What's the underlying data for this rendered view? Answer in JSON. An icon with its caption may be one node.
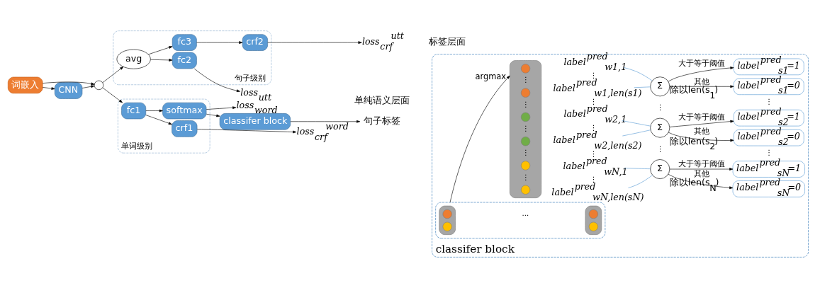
{
  "diagram": {
    "nodes": [
      {
        "text": [
          "单词级别"
        ]
      },
      {
        "text": [
          "softmax"
        ],
        "in": 0
      },
      {
        "text": [
          "crf1"
        ],
        "in": 0
      },
      {
        "text": [
          "fc1"
        ],
        "in": 0
      },
      {
        "text": [
          "句子级别"
        ]
      },
      {
        "text": [
          "crf2"
        ],
        "in": 4
      },
      {
        "text": [
          "fc2"
        ],
        "in": 4
      },
      {
        "text": [
          "fc3"
        ],
        "in": 4
      },
      {
        "text": [
          "avg"
        ],
        "in": 4
      },
      {
        "text": [
          "classifer block"
        ]
      },
      {
        "text": [],
        "shape": "circle"
      },
      {
        "text": [
          "CNN"
        ]
      },
      {
        "text": [
          "词嵌入"
        ]
      },
      {
        "text": [
          "句子标签"
        ]
      },
      {
        "text": [
          "loss$_{word}$"
        ]
      },
      {
        "text": [
          "loss$_{crf}$$^{word}$"
        ]
      },
      {
        "text": [
          "loss$_{utt}$"
        ]
      },
      {
        "text": [
          "loss$_{crf}$$^{utt}$"
        ]
      },
      {
        "text": [
          "classifer block"
        ]
      },
      {
        "text": [],
        "shape": "box",
        "in": 18
      },
      {
        "text": [],
        "shape": "bar",
        "in": 19
      },
      {
        "text": [],
        "shape": "circle",
        "in": 20
      },
      {
        "text": [],
        "shape": "circle",
        "in": 20
      },
      {
        "text": [],
        "shape": "bar",
        "in": 19
      },
      {
        "text": [],
        "shape": "circle",
        "in": 23
      },
      {
        "text": [],
        "shape": "circle",
        "in": 23
      },
      {
        "text": [],
        "shape": "ellipse",
        "in": 18
      },
      {
        "text": [],
        "shape": "circle",
        "in": 26
      },
      {
        "text": [],
        "shape": "circle",
        "in": 26
      },
      {
        "text": [],
        "shape": "circle",
        "in": 26
      },
      {
        "text": [],
        "shape": "circle",
        "in": 26
      },
      {
        "text": [],
        "shape": "circle",
        "in": 26
      },
      {
        "text": [],
        "shape": "circle",
        "in": 26
      },
      {
        "text": [
          "label$^{pred}$$_{w1,1}$"
        ],
        "in": 18
      },
      {
        "text": [
          "label$^{pred}$$_{w1,len(s1)}$"
        ],
        "in": 18
      },
      {
        "text": [
          "label$^{pred}$$_{w2,1}$"
        ],
        "in": 18
      },
      {
        "text": [
          "label$^{pred}$$_{w2,len(s2)}$"
        ],
        "in": 18
      },
      {
        "text": [
          "label$^{pred}$$_{wN,1}$"
        ],
        "in": 18
      },
      {
        "text": [
          "label$^{pred}$$_{wN,len(sN)}$"
        ],
        "in": 18
      },
      {
        "text": [
          "Σ"
        ],
        "beside": [
          "除以len(s$_{1}$)"
        ],
        "in": 18
      },
      {
        "text": [
          "Σ"
        ],
        "beside": [
          "除以len(s$_{2}$)"
        ],
        "in": 18
      },
      {
        "text": [
          "Σ"
        ],
        "beside": [
          "除以len(s$_{N}$)"
        ],
        "in": 18
      },
      {
        "text": [
          "label$^{pred}$$_{s1}$=1"
        ],
        "in": 18
      },
      {
        "text": [
          "label$^{pred}$$_{s1}$=0"
        ],
        "in": 18
      },
      {
        "text": [
          "label$^{pred}$$_{s2}$=1"
        ],
        "in": 18
      },
      {
        "text": [
          "label$^{pred}$$_{s2}$=0"
        ],
        "in": 18
      },
      {
        "text": [
          "label$^{pred}$$_{sN}$=1"
        ],
        "in": 18
      },
      {
        "text": [
          "label$^{pred}$$_{sN}$=0"
        ],
        "in": 18
      }
    ],
    "edges": [
      {
        "from": 12,
        "to": 11,
        "arrow": "to"
      },
      {
        "from": 12,
        "to": 10,
        "arrow": "to"
      },
      {
        "from": 11,
        "to": 10,
        "arrow": "to"
      },
      {
        "from": 10,
        "to": 3,
        "arrow": "to"
      },
      {
        "from": 10,
        "to": 8,
        "arrow": "to"
      },
      {
        "from": 3,
        "to": 1,
        "arrow": "to"
      },
      {
        "from": 3,
        "to": 2,
        "arrow": "to"
      },
      {
        "from": 8,
        "to": 6,
        "arrow": "to"
      },
      {
        "from": 8,
        "to": 7,
        "arrow": "to"
      },
      {
        "from": 7,
        "to": 5,
        "arrow": "to"
      },
      {
        "from": 1,
        "to": 14,
        "arrow": "to"
      },
      {
        "from": 2,
        "to": 15,
        "arrow": "to"
      },
      {
        "from": 6,
        "to": 16,
        "arrow": "to"
      },
      {
        "from": 5,
        "to": 17,
        "arrow": "to"
      },
      {
        "from": 1,
        "to": 9,
        "arrow": "to"
      },
      {
        "from": 9,
        "to": 13,
        "arrow": "to"
      },
      {
        "from": 19,
        "to": 26,
        "arrow": "to",
        "label": "argmax"
      },
      {
        "from": 33,
        "to": 39,
        "arrow": "none",
        "color": "#5b9bd5"
      },
      {
        "from": 34,
        "to": 39,
        "arrow": "none",
        "color": "#5b9bd5"
      },
      {
        "from": 35,
        "to": 40,
        "arrow": "none",
        "color": "#5b9bd5"
      },
      {
        "from": 36,
        "to": 40,
        "arrow": "none",
        "color": "#5b9bd5"
      },
      {
        "from": 37,
        "to": 41,
        "arrow": "none",
        "color": "#5b9bd5"
      },
      {
        "from": 38,
        "to": 41,
        "arrow": "none",
        "color": "#5b9bd5"
      },
      {
        "from": 39,
        "to": 42,
        "arrow": "to",
        "label": "大于等于阈值"
      },
      {
        "from": 39,
        "to": 43,
        "arrow": "to",
        "label": "其他"
      },
      {
        "from": 40,
        "to": 44,
        "arrow": "to",
        "label": "大于等于阈值"
      },
      {
        "from": 40,
        "to": 45,
        "arrow": "to",
        "label": "其他"
      },
      {
        "from": 41,
        "to": 46,
        "arrow": "to",
        "label": "大于等于阈值"
      },
      {
        "from": 41,
        "to": 47,
        "arrow": "to",
        "label": "其他"
      }
    ],
    "labels": [
      "单纯语义层面",
      "标签层面",
      "...",
      "⋮",
      "⋮",
      "⋮",
      "⋮",
      "⋮",
      "⋮",
      "⋮",
      "⋮",
      "⋮",
      "⋮",
      "⋮",
      "⋮",
      "⋮",
      "⋮"
    ]
  }
}
